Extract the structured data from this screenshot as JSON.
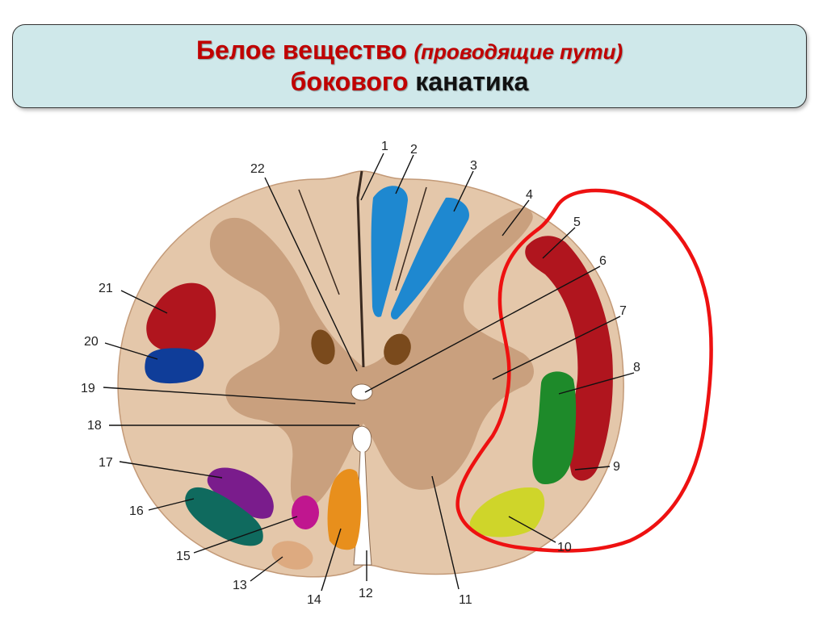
{
  "title": {
    "part1_red": "Белое вещество",
    "part1_italic": "(проводящие пути)",
    "part2_red": "бокового",
    "part2_dark": "канатика"
  },
  "labels": [
    "1",
    "2",
    "3",
    "4",
    "5",
    "6",
    "7",
    "8",
    "9",
    "10",
    "11",
    "12",
    "13",
    "14",
    "15",
    "16",
    "17",
    "18",
    "19",
    "20",
    "21",
    "22"
  ],
  "colors": {
    "white_matter": "#e4c7aa",
    "gray_matter": "#c9a07e",
    "blue_tracts": "#1e88d0",
    "red_tracts": "#b0151e",
    "dark_blue": "#0f3d99",
    "green": "#1e8a2a",
    "yellow_green": "#cfd52a",
    "teal": "#0f6a5e",
    "purple": "#7a1c8c",
    "magenta": "#c0168f",
    "orange": "#e88f1c",
    "light_brown": "#ddaa80",
    "dark_brown": "#7a4a1c",
    "highlight_outline": "#ee1111"
  }
}
